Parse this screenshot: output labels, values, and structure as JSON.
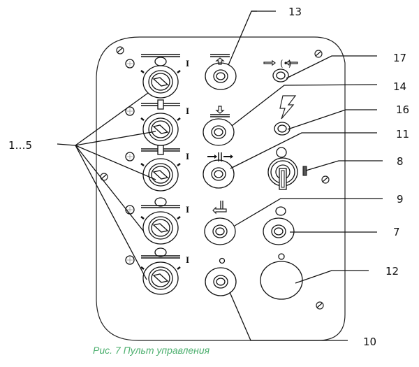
{
  "figure": {
    "caption": "Рис. 7 Пульт управления",
    "caption_color": "#4caf6e",
    "line_color": "#111111"
  },
  "callouts": {
    "group_1_5": "1…5",
    "c13": "13",
    "c17": "17",
    "c14": "14",
    "c16": "16",
    "c11": "11",
    "c8": "8",
    "c9": "9",
    "c7": "7",
    "c12": "12",
    "c10": "10"
  },
  "switches": [
    {
      "id": 1,
      "icon": "heating-top-lamp-icon",
      "position_mark": "I"
    },
    {
      "id": 2,
      "icon": "heating-bar-icon",
      "position_mark": "I"
    },
    {
      "id": 3,
      "icon": "heating-bar-icon",
      "position_mark": "I"
    },
    {
      "id": 4,
      "icon": "heating-bottom-lamp-icon",
      "position_mark": "I"
    },
    {
      "id": 5,
      "icon": "heating-bottom-lamp-icon",
      "position_mark": "I"
    }
  ],
  "symbols": {
    "s13": "⇧",
    "s14": "⇩",
    "s11": "→‖←",
    "s17": "⇨(•)⇦",
    "s16": "⚡"
  }
}
